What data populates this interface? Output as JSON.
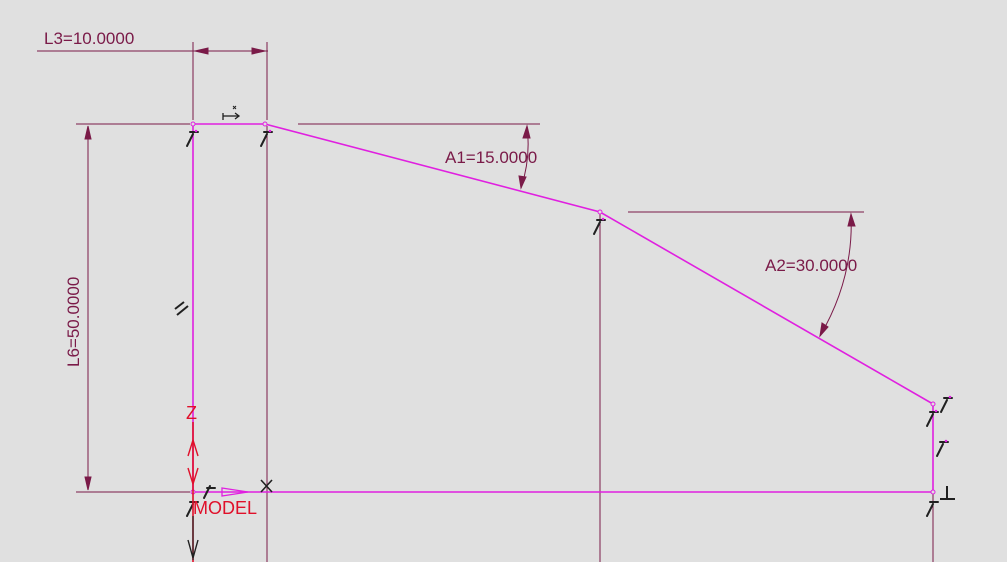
{
  "colors": {
    "background": "#e0e0e0",
    "profile": "#e020e0",
    "dimension": "#7a1a48",
    "axis_label": "#e0102a",
    "constraint_symbol": "#202020"
  },
  "dimensions": {
    "l3": "L3=10.0000",
    "l6": "L6=50.0000",
    "a1": "A1=15.0000",
    "a2": "A2=30.0000"
  },
  "axes": {
    "z_label": "Z",
    "x_label": "X",
    "model_label": "MODEL"
  },
  "icons": {
    "parallel_constraint": "parallel-constraint-icon",
    "perpendicular_constraint": "perpendicular-constraint-icon",
    "coincident_marker": "coincident-marker-icon"
  }
}
